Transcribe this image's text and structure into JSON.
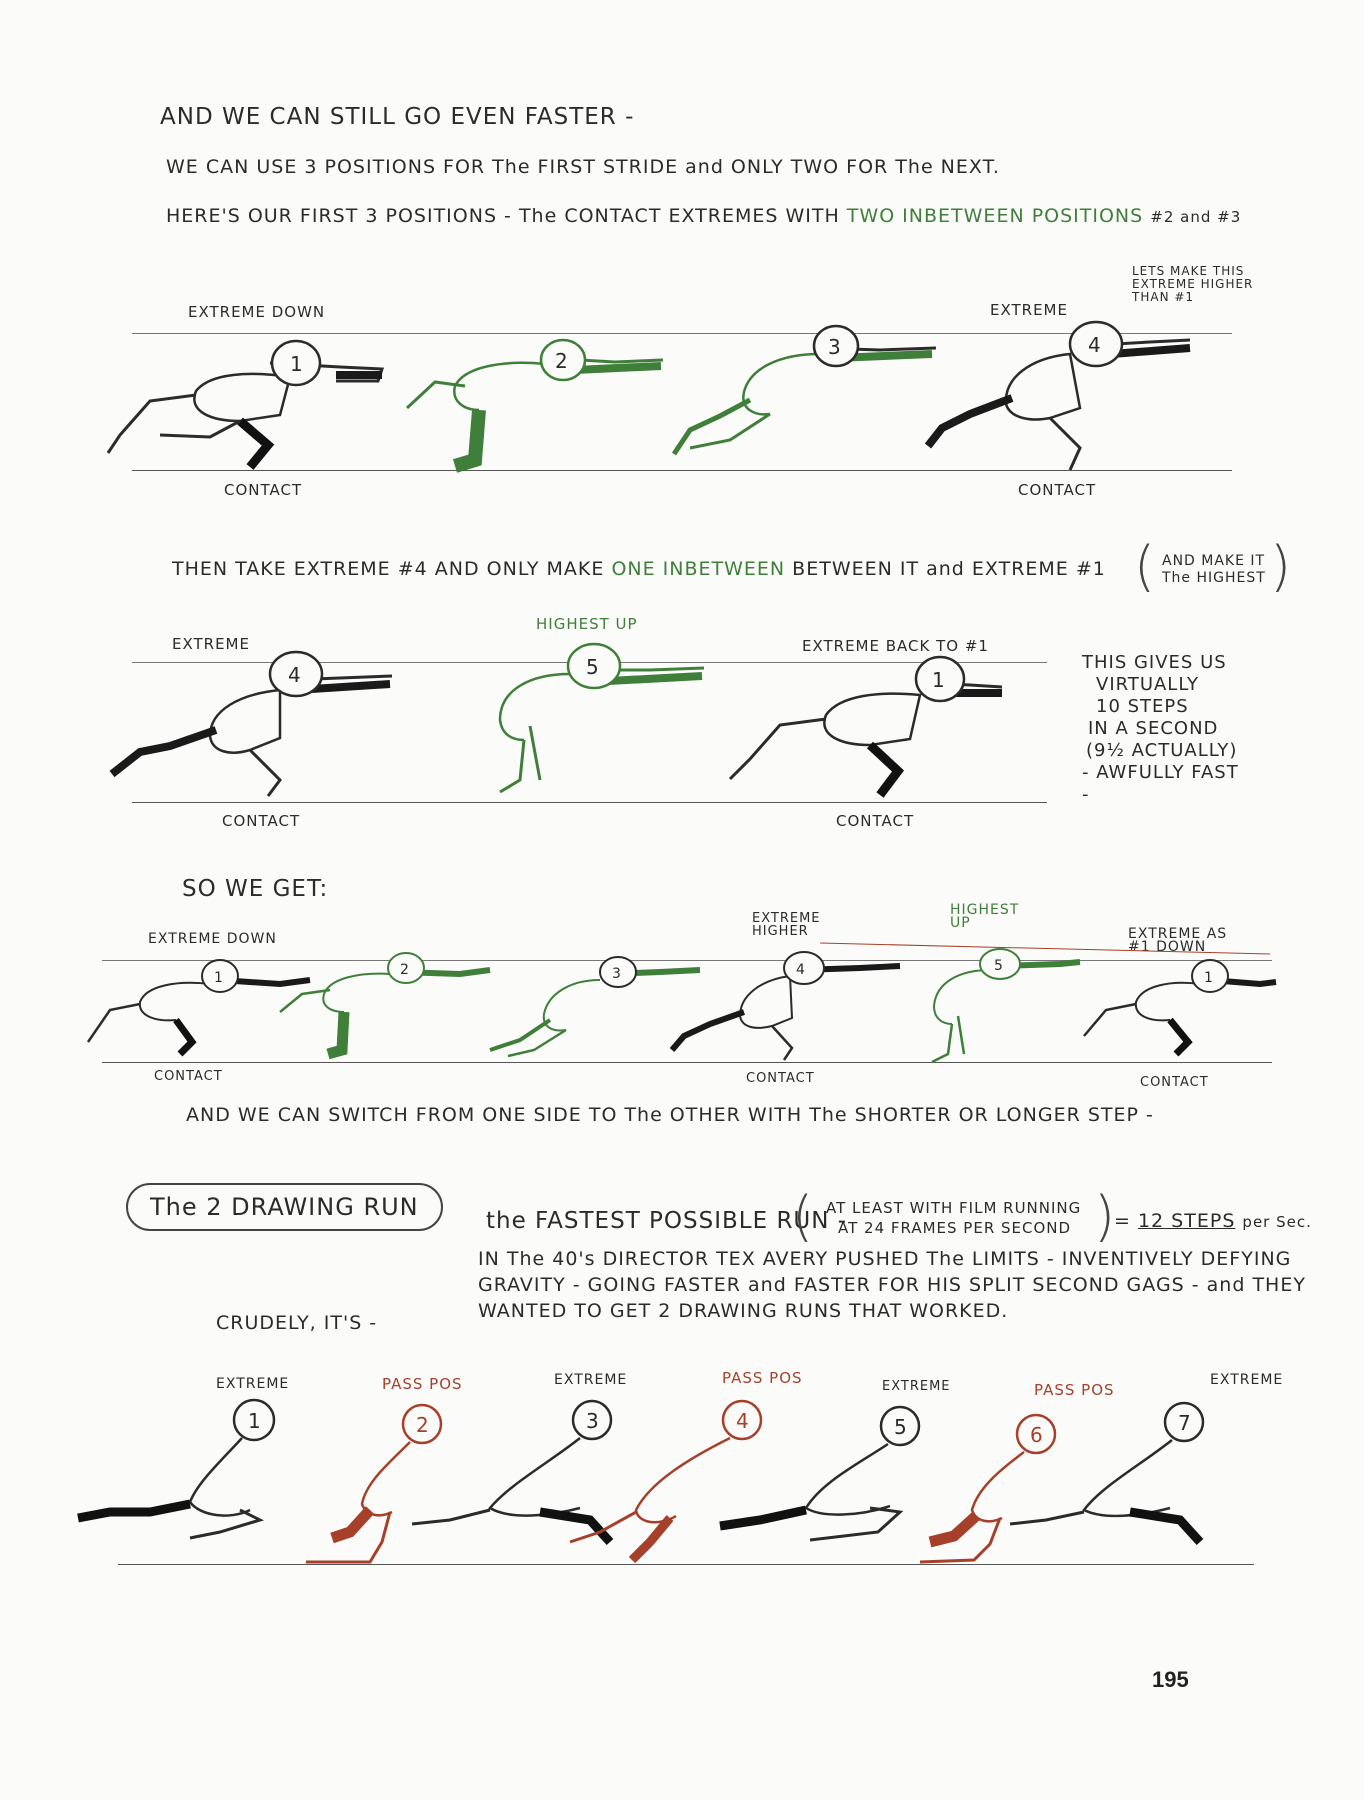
{
  "intro": {
    "line1": "AND WE CAN STILL GO EVEN FASTER -",
    "line2": "WE CAN USE 3 POSITIONS FOR The FIRST STRIDE and ONLY TWO FOR The NEXT.",
    "line3a": "HERE'S OUR FIRST 3 POSITIONS - The CONTACT EXTREMES WITH",
    "line3b": "TWO INBETWEEN POSITIONS",
    "line3c": "#2 and #3"
  },
  "row1": {
    "label_extreme_down": "EXTREME DOWN",
    "label_extreme": "EXTREME",
    "note": "LETS MAKE THIS EXTREME HIGHER THAN #1",
    "contact_left": "CONTACT",
    "contact_right": "CONTACT",
    "numbers": [
      "1",
      "2",
      "3",
      "4"
    ]
  },
  "row2_caption": {
    "a": "THEN TAKE EXTREME #4 AND ONLY MAKE",
    "b": "ONE INBETWEEN",
    "c": "BETWEEN IT and EXTREME #1",
    "paren": "AND MAKE IT The HIGHEST"
  },
  "row2": {
    "label_extreme": "EXTREME",
    "label_highest": "HIGHEST UP",
    "label_back": "EXTREME BACK TO #1",
    "contact_left": "CONTACT",
    "contact_right": "CONTACT",
    "numbers": [
      "4",
      "5",
      "1"
    ],
    "side_note": [
      "THIS GIVES US",
      "VIRTUALLY",
      "10 STEPS",
      "IN A SECOND",
      "(9½ ACTUALLY)",
      "- AWFULLY FAST -"
    ]
  },
  "row3": {
    "heading": "SO WE GET:",
    "label_extreme_down": "EXTREME DOWN",
    "label_extreme_higher": "EXTREME HIGHER",
    "label_highest_up": "HIGHEST UP",
    "label_extreme_as": "EXTREME AS #1 DOWN",
    "contact_labels": [
      "CONTACT",
      "CONTACT",
      "CONTACT"
    ],
    "numbers": [
      "1",
      "2",
      "3",
      "4",
      "5",
      "1"
    ],
    "footer": "AND WE CAN SWITCH FROM ONE SIDE TO The OTHER WITH The SHORTER OR LONGER STEP -"
  },
  "two_drawing": {
    "title": "The 2 DRAWING RUN",
    "fastest": "the FASTEST POSSIBLE RUN -",
    "paren_line1": "AT LEAST WITH FILM RUNNING",
    "paren_line2": "AT 24 FRAMES PER SECOND",
    "result_eq": "=",
    "result": "12 STEPS",
    "result_suffix": "per Sec.",
    "body1": "IN The 40's DIRECTOR TEX AVERY PUSHED The LIMITS - INVENTIVELY DEFYING",
    "body2": "GRAVITY - GOING FASTER and FASTER FOR HIS SPLIT SECOND GAGS - and THEY",
    "body3": "WANTED TO GET 2 DRAWING RUNS THAT WORKED.",
    "crudely": "CRUDELY, IT'S -",
    "labels": [
      "EXTREME",
      "PASS POS",
      "EXTREME",
      "PASS POS",
      "EXTREME",
      "PASS POS",
      "EXTREME"
    ],
    "numbers": [
      "1",
      "2",
      "3",
      "4",
      "5",
      "6",
      "7"
    ]
  },
  "page_number": "195",
  "colors": {
    "pencil": "#2b2b2b",
    "green": "#3f7f3a",
    "red": "#a6402a"
  }
}
